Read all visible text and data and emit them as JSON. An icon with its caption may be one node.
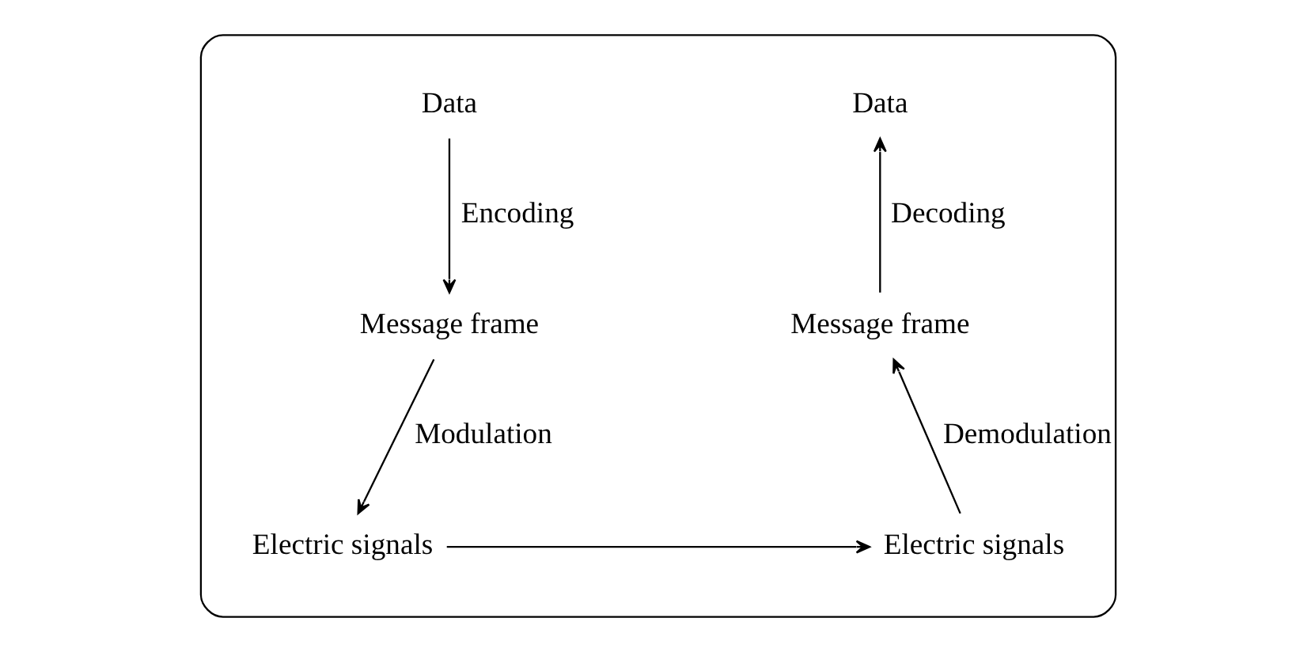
{
  "diagram": {
    "nodes": [
      {
        "text": [],
        "shape": "box"
      },
      {
        "text": [
          "Data"
        ],
        "in": 0
      },
      {
        "text": [
          "Data"
        ],
        "in": 0
      },
      {
        "text": [
          "Message frame"
        ],
        "in": 0
      },
      {
        "text": [
          "Message frame"
        ],
        "in": 0
      },
      {
        "text": [
          "Electric signals"
        ],
        "in": 0
      },
      {
        "text": [
          "Electric signals"
        ],
        "in": 0
      }
    ],
    "edges": [
      {
        "from": 1,
        "to": 3,
        "arrow": "to",
        "label": "Encoding"
      },
      {
        "from": 3,
        "to": 5,
        "arrow": "to",
        "label": "Modulation"
      },
      {
        "from": 5,
        "to": 6,
        "arrow": "to"
      },
      {
        "from": 6,
        "to": 4,
        "arrow": "to",
        "label": "Demodulation"
      },
      {
        "from": 4,
        "to": 2,
        "arrow": "to",
        "label": "Decoding"
      }
    ]
  }
}
